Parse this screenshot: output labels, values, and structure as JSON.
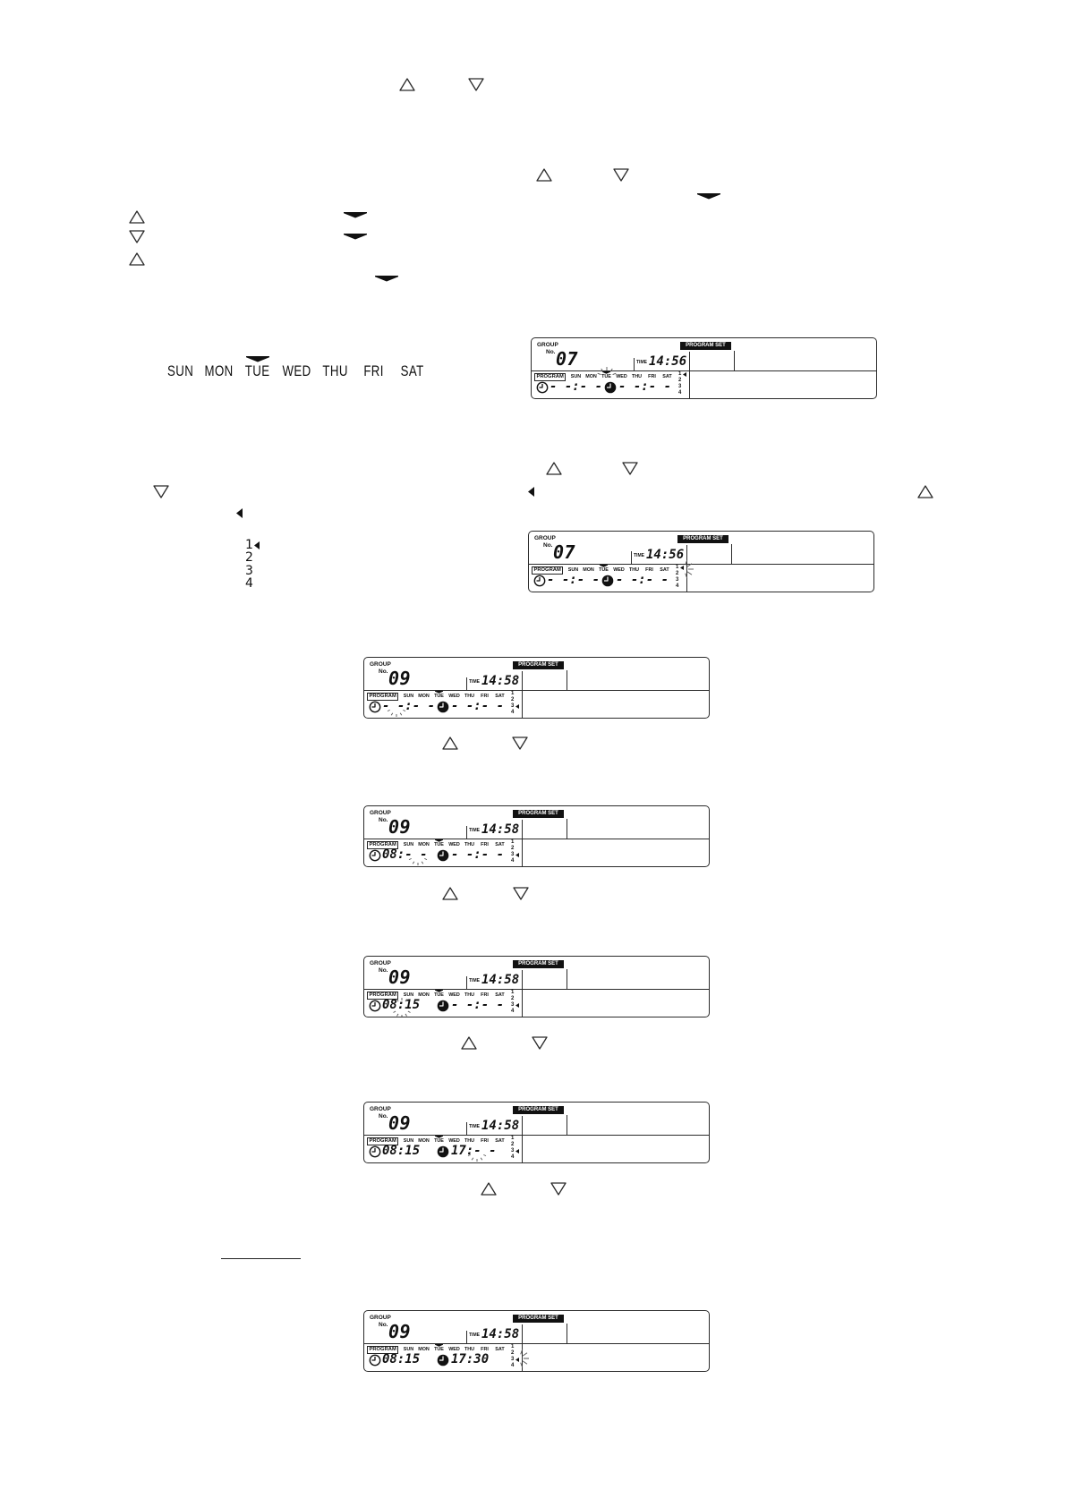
{
  "icons": {
    "up_button": "up-triangle-icon",
    "down_button": "down-triangle-icon",
    "marker": "down-marker-icon",
    "pointer": "left-pointer-icon",
    "on_clock": "on-timer-clock-icon",
    "off_clock": "off-timer-clock-icon"
  },
  "day_row": {
    "days": [
      "SUN",
      "MON",
      "TUE",
      "WED",
      "THU",
      "FRI",
      "SAT"
    ],
    "marked_day": "TUE"
  },
  "program_list": {
    "items": [
      "1",
      "2",
      "3",
      "4"
    ],
    "selected": "1"
  },
  "lcd": {
    "group_label": "GROUP",
    "no_label": "No.",
    "time_label": "TIME",
    "mode_label": "PROGRAM SET",
    "program_label": "PROGRAM",
    "days": [
      "SUN",
      "MON",
      "TUE",
      "WED",
      "THU",
      "FRI",
      "SAT"
    ],
    "program_numbers": [
      "1",
      "2",
      "3",
      "4"
    ]
  },
  "displays": [
    {
      "group_no": "07",
      "time": "14:56",
      "marked_day": "TUE",
      "selected_program": "1",
      "on_time": "- -:- -",
      "off_time": "- -:- -"
    },
    {
      "group_no": "07",
      "time": "14:56",
      "marked_day": "TUE",
      "selected_program": "1",
      "on_time": "- -:- -",
      "off_time": "- -:- -"
    },
    {
      "group_no": "09",
      "time": "14:58",
      "marked_day": "TUE",
      "selected_program": "3",
      "on_time": "- -:- -",
      "off_time": "- -:- -"
    },
    {
      "group_no": "09",
      "time": "14:58",
      "marked_day": "TUE",
      "selected_program": "3",
      "on_time": "08:- -",
      "off_time": "- -:- -"
    },
    {
      "group_no": "09",
      "time": "14:58",
      "marked_day": "TUE",
      "selected_program": "3",
      "on_time": "08:15",
      "off_time": "- -:- -"
    },
    {
      "group_no": "09",
      "time": "14:58",
      "marked_day": "TUE",
      "selected_program": "3",
      "on_time": "08:15",
      "off_time": "17:- -"
    },
    {
      "group_no": "09",
      "time": "14:58",
      "marked_day": "TUE",
      "selected_program": "3",
      "on_time": "08:15",
      "off_time": "17:30"
    }
  ]
}
